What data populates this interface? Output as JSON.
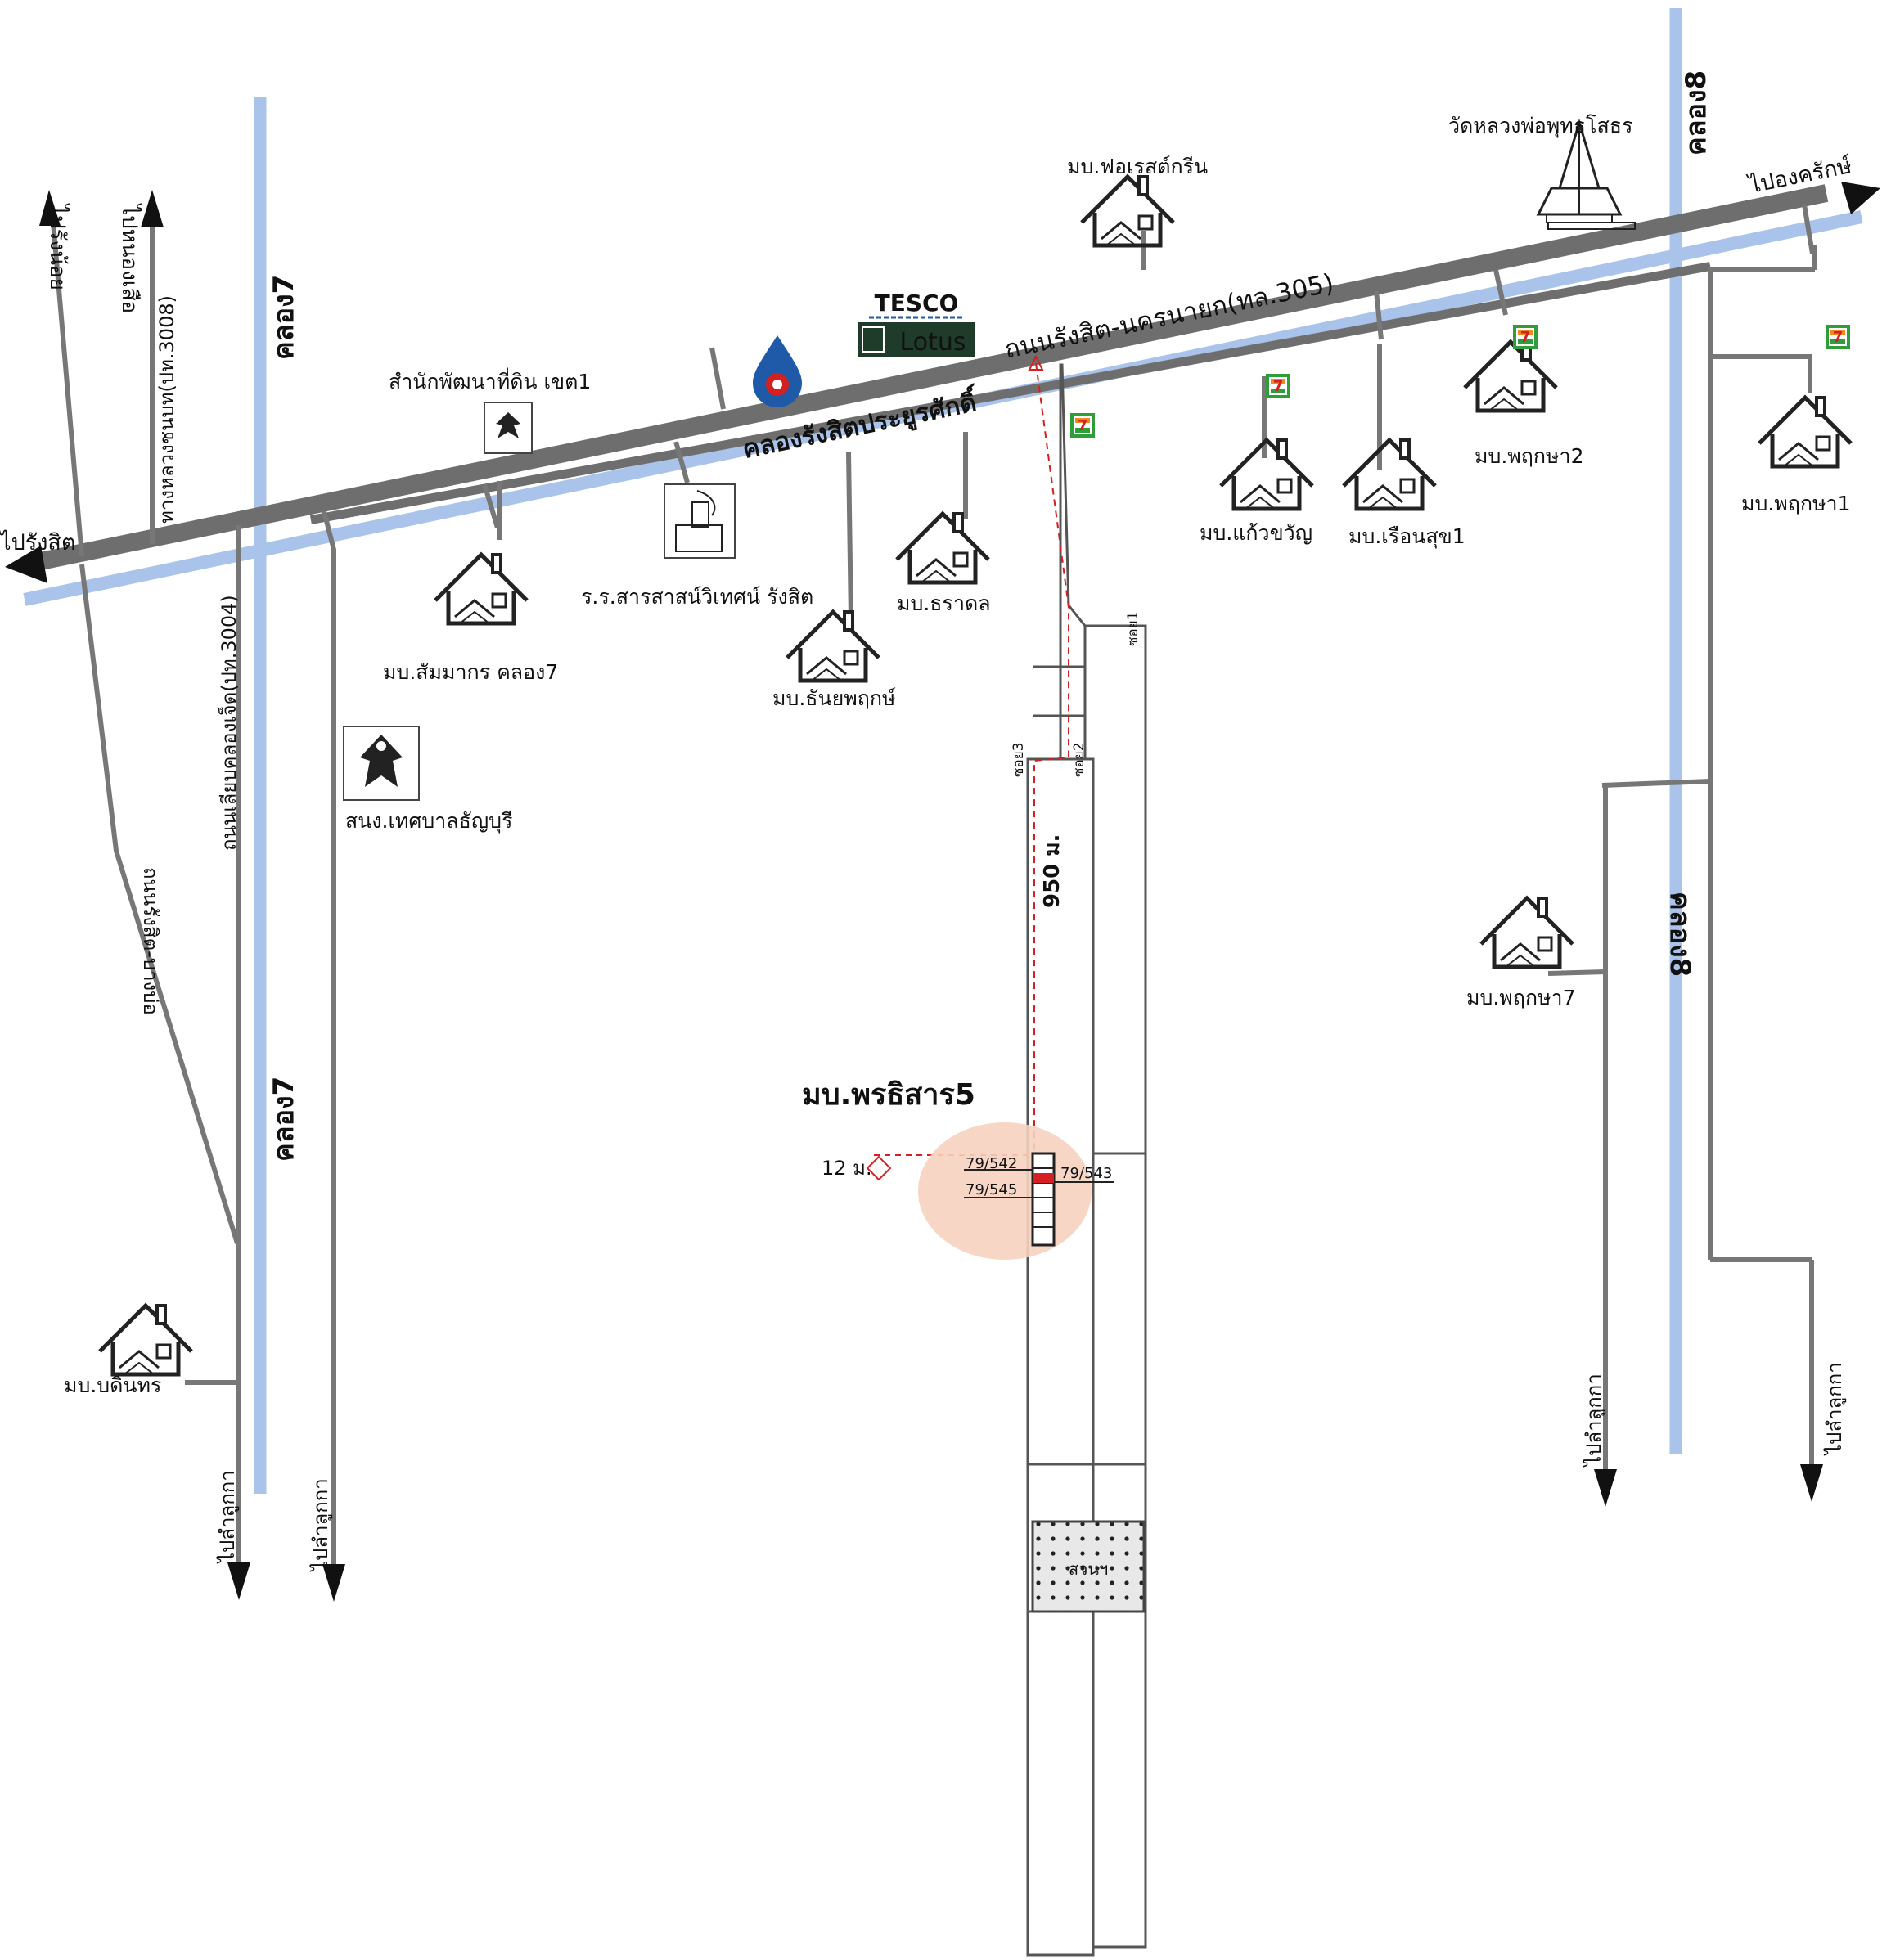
{
  "main_road": "ถนนรังสิต-นครนายก(ทล.305)",
  "main_canal": "คลองรังสิตประยูรศักดิ์",
  "canal7_top": "คลอง7",
  "canal7_bottom": "คลอง7",
  "canal8_top": "คลอง8",
  "canal8_mid": "คลอง8",
  "dir_west": "ไปรังสิต",
  "dir_east": "ไปองครักษ์",
  "dir_nw1": "ไปรังน้อย",
  "dir_nw2": "ไปหนองเสือ",
  "road_3008": "ทางหลวงชนบท(ปท.3008)",
  "road_3004": "ถนนเลียบคลองเจ็ด(ปท.3004)",
  "road_diag": "ถนนรังสิต-บางบ่อ",
  "dir_south_1": "ไปลำลูกกา",
  "dir_south_2": "ไปลำลูกกา",
  "dir_south_3": "ไปลำลูกกา",
  "dir_south_4": "ไปลำลูกกา",
  "tesco_top": "TESCO",
  "tesco_bottom": "Lotus",
  "landmarks": {
    "land_dev": "สำนักพัฒนาที่ดิน เขต1",
    "school": "ร.ร.สารสาสน์วิเทศน์ รังสิต",
    "municipal": "สนง.เทศบาลธัญบุรี",
    "temple": "วัดหลวงพ่อพุทธโสธร"
  },
  "villages": {
    "forest_green": "มบ.ฟอเรสต์กรีน",
    "sammakorn": "มบ.สัมมากร คลอง7",
    "thanyaphruk": "มบ.ธันยพฤกษ์",
    "tharadon": "มบ.ธราดล",
    "kaewkhwan": "มบ.แก้วขวัญ",
    "ruensuk": "มบ.เรือนสุข1",
    "pruksa2": "มบ.พฤกษา2",
    "pruksa1": "มบ.พฤกษา1",
    "pruksa7": "มบ.พฤกษา7",
    "badintorn": "มบ.บดินทร"
  },
  "target": {
    "name": "มบ.พรธิสาร5",
    "distance": "950 ม.",
    "road_width": "12 ม.",
    "unit_a": "79/542",
    "unit_b": "79/543",
    "unit_c": "79/545"
  },
  "soi": {
    "soi1": "ซอย1",
    "soi2": "ซอย2",
    "soi3": "ซอย3"
  },
  "park": "สวนฯ",
  "colors": {
    "road": "#6e6e6e",
    "canal": "#a9c3ea",
    "highlight": "#f6d2bf",
    "target_red": "#d42020",
    "seven_eleven": "#2e9d3a"
  }
}
